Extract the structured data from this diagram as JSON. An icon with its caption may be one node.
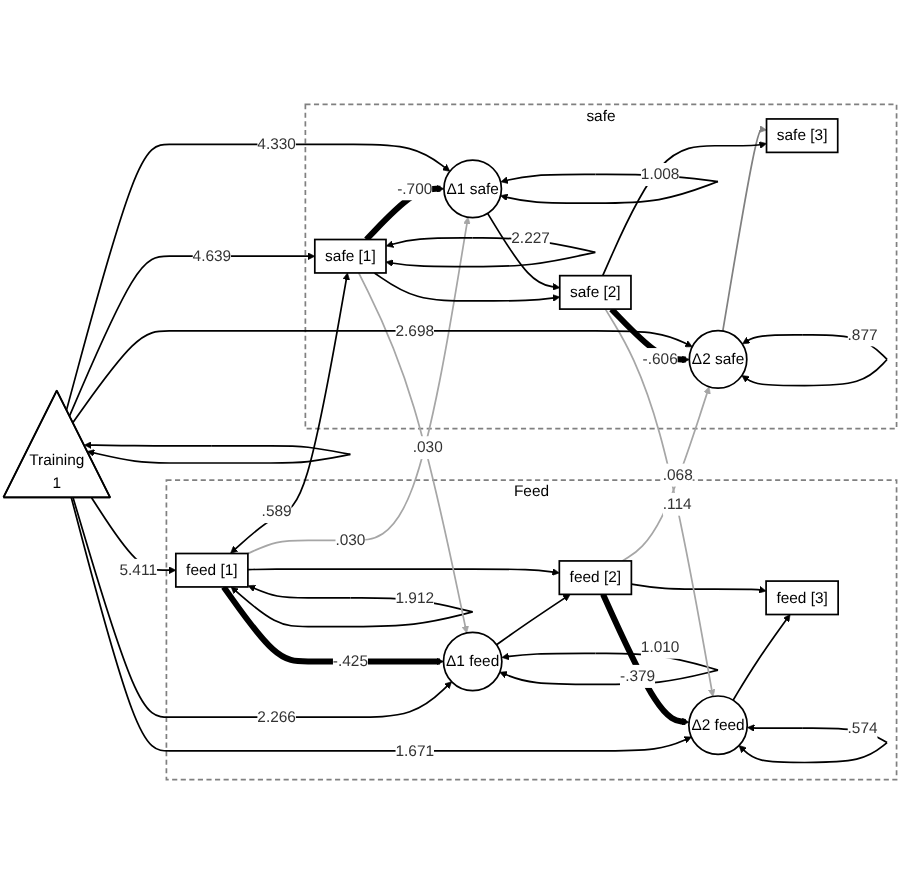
{
  "diagram": {
    "nodes": [
      {
        "text": [
          "Feed"
        ]
      },
      {
        "text": [
          "feed [1]"
        ],
        "in": 0
      },
      {
        "text": [
          "feed [2]"
        ],
        "in": 0
      },
      {
        "text": [
          "feed [3]"
        ],
        "in": 0
      },
      {
        "text": [
          "Δ1 feed"
        ],
        "in": 0
      },
      {
        "text": [
          "Δ2 feed"
        ],
        "in": 0
      },
      {
        "text": [
          "Training",
          "1"
        ]
      },
      {
        "text": [
          "safe"
        ]
      },
      {
        "text": [
          "Δ1 safe"
        ],
        "in": 7
      },
      {
        "text": [
          "Δ2 safe"
        ],
        "in": 7
      },
      {
        "text": [
          "safe [1]"
        ],
        "in": 7
      },
      {
        "text": [
          "safe [2]"
        ],
        "in": 7
      },
      {
        "text": [
          "safe [3]"
        ],
        "in": 7
      }
    ],
    "edges": [
      {
        "from": 1,
        "to": 2,
        "arrow": "to"
      },
      {
        "from": 2,
        "to": 3,
        "arrow": "to"
      },
      {
        "from": 1,
        "to": 4,
        "arrow": "to",
        "label": "-.425",
        "style": "thick"
      },
      {
        "from": 2,
        "to": 5,
        "arrow": "to",
        "label": "-.379",
        "style": "thick"
      },
      {
        "from": 4,
        "to": 2,
        "arrow": "to"
      },
      {
        "from": 5,
        "to": 3,
        "arrow": "to"
      },
      {
        "from": 4,
        "to": 4,
        "arrow": "both",
        "label": "1.010"
      },
      {
        "from": 5,
        "to": 5,
        "arrow": "both",
        "label": ".574"
      },
      {
        "from": 1,
        "to": 1,
        "arrow": "both",
        "label": "1.912"
      },
      {
        "from": 6,
        "to": 1,
        "arrow": "to",
        "label": "5.411"
      },
      {
        "from": 6,
        "to": 4,
        "arrow": "to",
        "label": "2.266"
      },
      {
        "from": 6,
        "to": 5,
        "arrow": "to",
        "label": "1.671"
      },
      {
        "from": 6,
        "to": 6,
        "arrow": "both"
      },
      {
        "from": 10,
        "to": 4,
        "arrow": "to",
        "label": ".030",
        "color": "#a6a6a6"
      },
      {
        "from": 11,
        "to": 5,
        "arrow": "to",
        "label": ".114",
        "color": "#a6a6a6"
      },
      {
        "from": 1,
        "to": 8,
        "arrow": "to",
        "label": ".030",
        "color": "#a6a6a6"
      },
      {
        "from": 2,
        "to": 9,
        "arrow": "to",
        "label": ".068",
        "color": "#a6a6a6"
      },
      {
        "from": 1,
        "to": 10,
        "arrow": "both",
        "label": ".589"
      },
      {
        "from": 6,
        "to": 8,
        "arrow": "to",
        "label": "4.330"
      },
      {
        "from": 6,
        "to": 9,
        "arrow": "to",
        "label": "2.698"
      },
      {
        "from": 6,
        "to": 10,
        "arrow": "to",
        "label": "4.639"
      },
      {
        "from": 8,
        "to": 8,
        "arrow": "both",
        "label": "1.008"
      },
      {
        "from": 9,
        "to": 9,
        "arrow": "both",
        "label": ".877"
      },
      {
        "from": 10,
        "to": 10,
        "arrow": "both",
        "label": "2.227"
      },
      {
        "from": 10,
        "to": 8,
        "arrow": "to",
        "label": "-.700",
        "style": "thick"
      },
      {
        "from": 11,
        "to": 9,
        "arrow": "to",
        "label": "-.606",
        "style": "thick"
      },
      {
        "from": 8,
        "to": 11,
        "arrow": "to"
      },
      {
        "from": 9,
        "to": 12,
        "arrow": "to",
        "color": "#808080"
      },
      {
        "from": 10,
        "to": 11,
        "arrow": "to"
      },
      {
        "from": 11,
        "to": 12,
        "arrow": "to"
      }
    ]
  }
}
